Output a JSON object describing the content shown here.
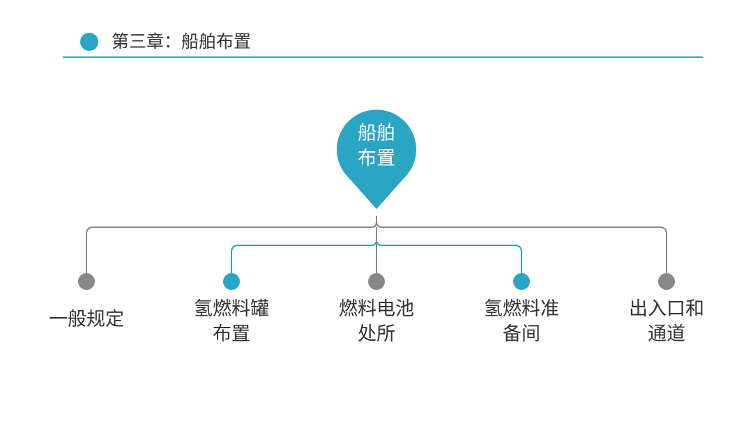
{
  "header": {
    "title": "第三章：船舶布置",
    "accent_color": "#2aa6c4"
  },
  "diagram": {
    "center": {
      "line1": "船舶",
      "line2": "布置"
    },
    "colors": {
      "accent": "#2aa6c4",
      "muted": "#888888"
    },
    "leaves": [
      {
        "line1": "一般规定",
        "line2": "",
        "style": "muted"
      },
      {
        "line1": "氢燃料罐",
        "line2": "布置",
        "style": "accent"
      },
      {
        "line1": "燃料电池",
        "line2": "处所",
        "style": "muted"
      },
      {
        "line1": "氢燃料准",
        "line2": "备间",
        "style": "accent"
      },
      {
        "line1": "出入口和",
        "line2": "通道",
        "style": "muted"
      }
    ]
  }
}
